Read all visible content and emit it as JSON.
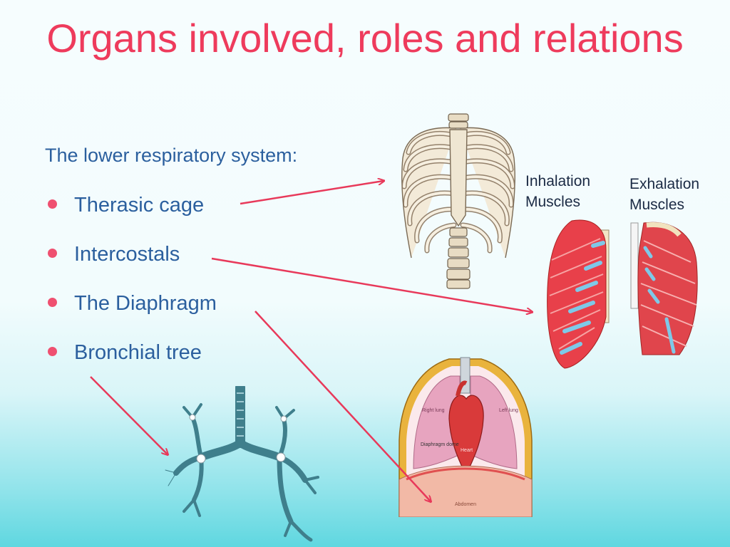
{
  "slide": {
    "title": "Organs involved, roles and relations",
    "subheading": "The lower respiratory system:",
    "bullets": [
      {
        "label": "Therasic cage"
      },
      {
        "label": "Intercostals"
      },
      {
        "label": "The Diaphragm"
      },
      {
        "label": "Bronchial tree"
      }
    ],
    "labels": {
      "inhalation_line1": "Inhalation",
      "inhalation_line2": "Muscles",
      "exhalation_line1": "Exhalation",
      "exhalation_line2": "Muscles"
    },
    "diaphragm_figure": {
      "right_lung": "Right lung",
      "left_lung": "Left lung",
      "diaphragm_dome": "Diaphragm dome",
      "heart": "Heart",
      "abdomen": "Abdomen"
    }
  },
  "colors": {
    "title": "#ee3b5c",
    "body_text": "#2b5f9e",
    "bullet": "#ef5070",
    "arrow": "#e8395a"
  }
}
